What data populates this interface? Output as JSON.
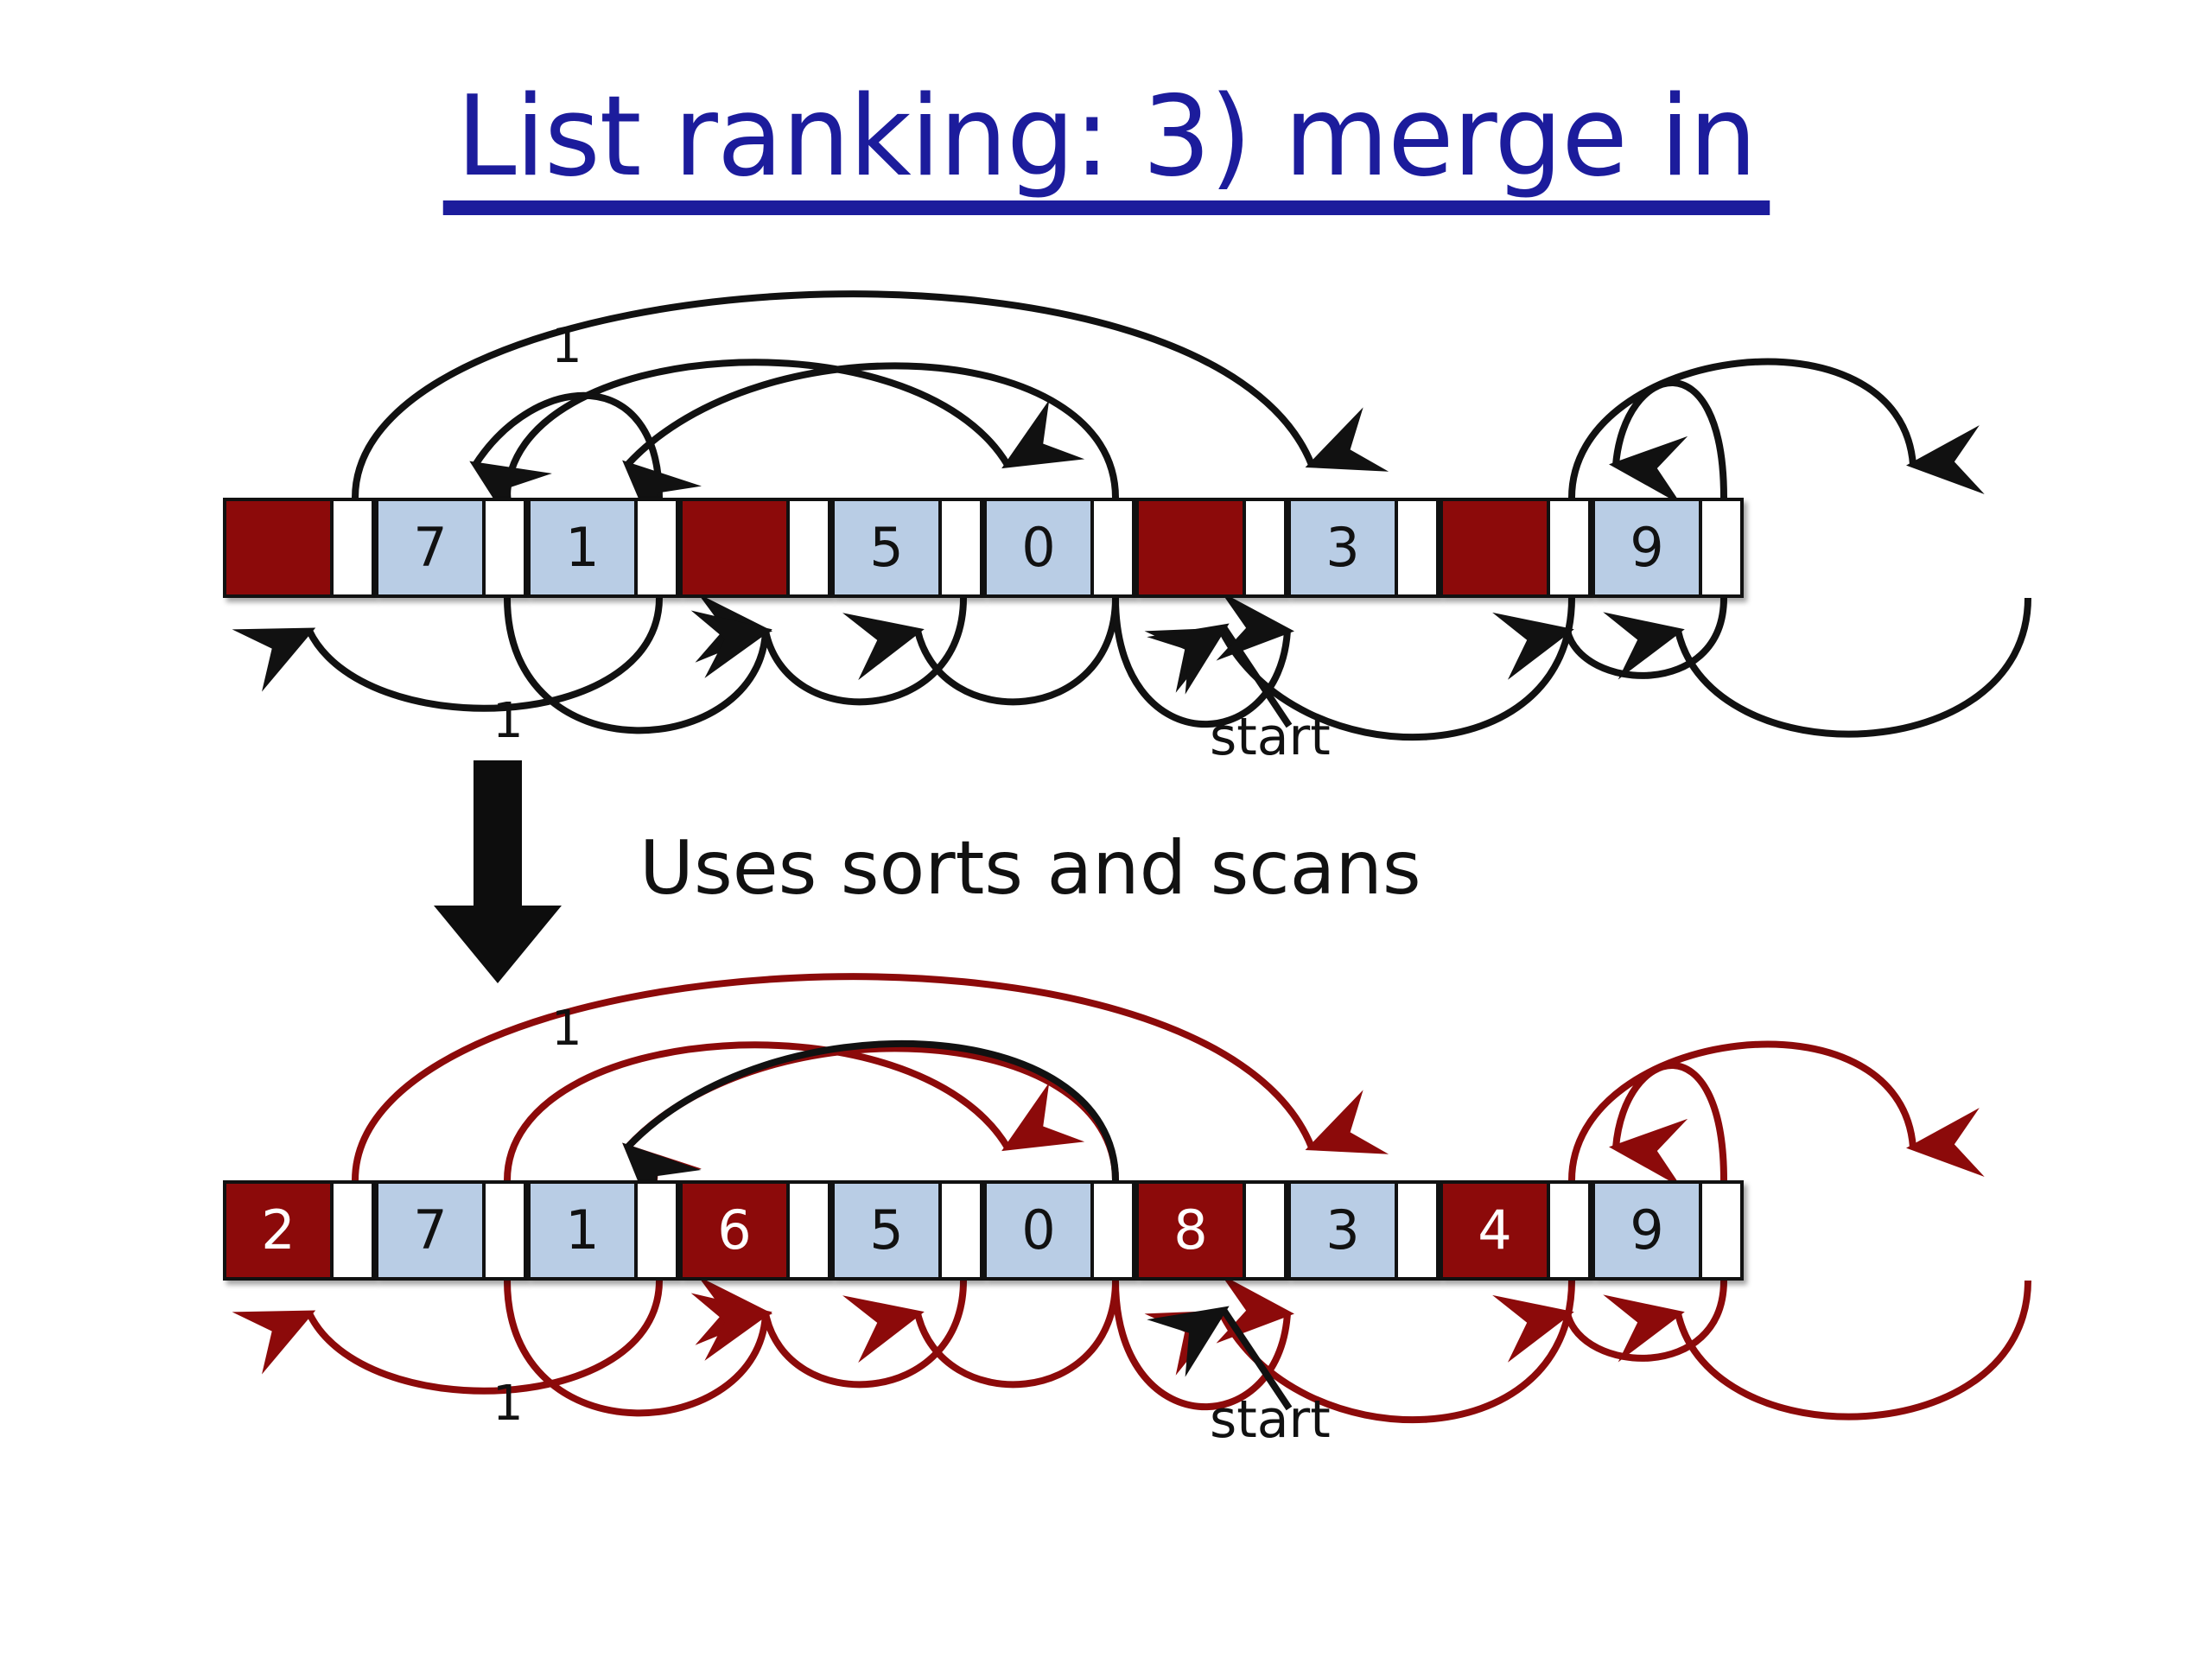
{
  "slide": {
    "title": "List ranking: 3) merge in",
    "title_color": "#1c1c9c",
    "background": "#ffffff",
    "middle_text": "Uses sorts and scans"
  },
  "palette": {
    "blue_cell": "#b9cde5",
    "red_cell": "#8c0a0a",
    "black_arc": "#111111",
    "red_arc": "#8c0a0a",
    "border": "#111111",
    "title_blue": "#1c1c9c"
  },
  "rows": [
    {
      "name": "before",
      "arc_color": "#111111",
      "cells": [
        {
          "value": "",
          "kind": "red"
        },
        {
          "value": "7",
          "kind": "blue"
        },
        {
          "value": "1",
          "kind": "blue"
        },
        {
          "value": "",
          "kind": "red"
        },
        {
          "value": "5",
          "kind": "blue"
        },
        {
          "value": "0",
          "kind": "blue"
        },
        {
          "value": "",
          "kind": "red"
        },
        {
          "value": "3",
          "kind": "blue"
        },
        {
          "value": "",
          "kind": "red"
        },
        {
          "value": "9",
          "kind": "blue"
        }
      ],
      "labels": {
        "top_weight": "1",
        "bottom_weight": "1",
        "start": "start"
      }
    },
    {
      "name": "after",
      "arc_color": "#8c0a0a",
      "cells": [
        {
          "value": "2",
          "kind": "red"
        },
        {
          "value": "7",
          "kind": "blue"
        },
        {
          "value": "1",
          "kind": "blue"
        },
        {
          "value": "6",
          "kind": "red"
        },
        {
          "value": "5",
          "kind": "blue"
        },
        {
          "value": "0",
          "kind": "blue"
        },
        {
          "value": "8",
          "kind": "red"
        },
        {
          "value": "3",
          "kind": "blue"
        },
        {
          "value": "4",
          "kind": "red"
        },
        {
          "value": "9",
          "kind": "blue"
        }
      ],
      "labels": {
        "top_weight": "1",
        "bottom_weight": "1",
        "start": "start"
      }
    }
  ],
  "arcs": {
    "above": [
      {
        "from": 0,
        "to": 6,
        "note": "long arc left to 7th box"
      },
      {
        "from": 1,
        "to": 4,
        "note": "to 5th box"
      },
      {
        "from": 2,
        "to": 1,
        "note": "back to 2nd box"
      },
      {
        "from": 5,
        "to": 2,
        "note": "0 back to 1",
        "special_color_row2": "#111111"
      },
      {
        "from": 7,
        "to": 9,
        "note": "3 forward to 9"
      },
      {
        "from": 8,
        "to": 7,
        "note": "to 3"
      }
    ],
    "below": [
      {
        "from": 2,
        "to": 0
      },
      {
        "from": 1,
        "to": 3
      },
      {
        "from": 4,
        "to": 3
      },
      {
        "from": 5,
        "to": 4
      },
      {
        "from": 7,
        "to": 6
      },
      {
        "from": 8,
        "to": 6
      },
      {
        "from": 9,
        "to": 8
      },
      {
        "from": 9,
        "to": 9
      }
    ]
  },
  "icons": {
    "down_arrow": "thick-down-arrow",
    "start_pointer": "start-arrow"
  }
}
